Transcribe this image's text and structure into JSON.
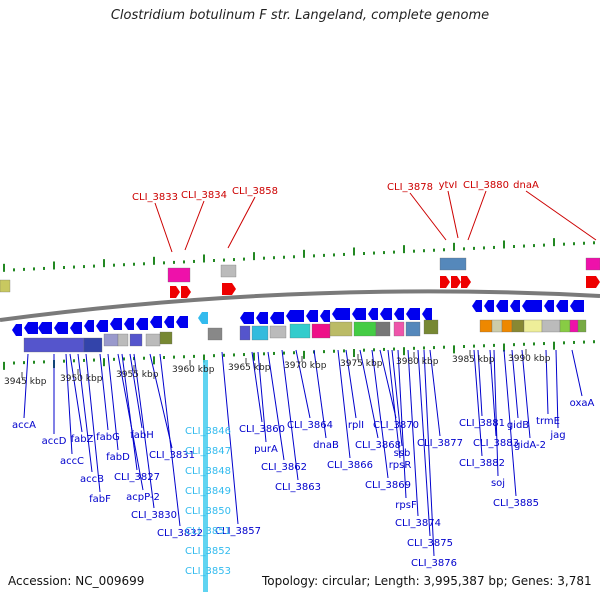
{
  "title": "Clostridium botulinum F str. Langeland, complete genome",
  "accession": "Accession: NC_009699",
  "summary": "Topology: circular; Length: 3,995,387 bp; Genes: 3,781",
  "kbp_labels": [
    "3945 kbp",
    "3950 kbp",
    "3955 kbp",
    "3960 kbp",
    "3965 kbp",
    "3970 kbp",
    "3975 kbp",
    "3980 kbp",
    "3985 kbp",
    "3990 kbp"
  ],
  "colors": {
    "top_label": "#cc0000",
    "bottom_label": "#0000cc",
    "light_label": "#33bbee",
    "tick": "#228822",
    "backbone": "#888888",
    "forward_gene": "#ee0000",
    "reverse_gene": "#0000ee",
    "highlight_bar": "#44ccee"
  },
  "top_labels": [
    "CLI_3833",
    "CLI_3834",
    "CLI_3858",
    "CLI_3878",
    "ytvI",
    "CLI_3880",
    "dnaA"
  ],
  "bottom_labels": [
    "accA",
    "accD",
    "fabZ",
    "fabG",
    "accC",
    "fabD",
    "fabH",
    "accB",
    "CLI_3827",
    "CLI_3831",
    "fabF",
    "acpP-2",
    "CLI_3830",
    "CLI_3832",
    "CLI_3857",
    "CLI_3860",
    "purA",
    "CLI_3862",
    "CLI_3864",
    "CLI_3863",
    "dnaB",
    "CLI_3866",
    "rplI",
    "CLI_3868",
    "CLI_3870",
    "ssb",
    "rpsR",
    "CLI_3869",
    "rpsF",
    "CLI_3874",
    "CLI_3875",
    "CLI_3876",
    "CLI_3877",
    "CLI_3881",
    "CLI_3883",
    "CLI_3882",
    "soj",
    "gidB",
    "gidA-2",
    "trmE",
    "jag",
    "CLI_3885",
    "oxaA"
  ],
  "light_labels": [
    "CLI_3846",
    "CLI_3847",
    "CLI_3848",
    "CLI_3849",
    "CLI_3850",
    "CLI_3851",
    "CLI_3852",
    "CLI_3853"
  ]
}
